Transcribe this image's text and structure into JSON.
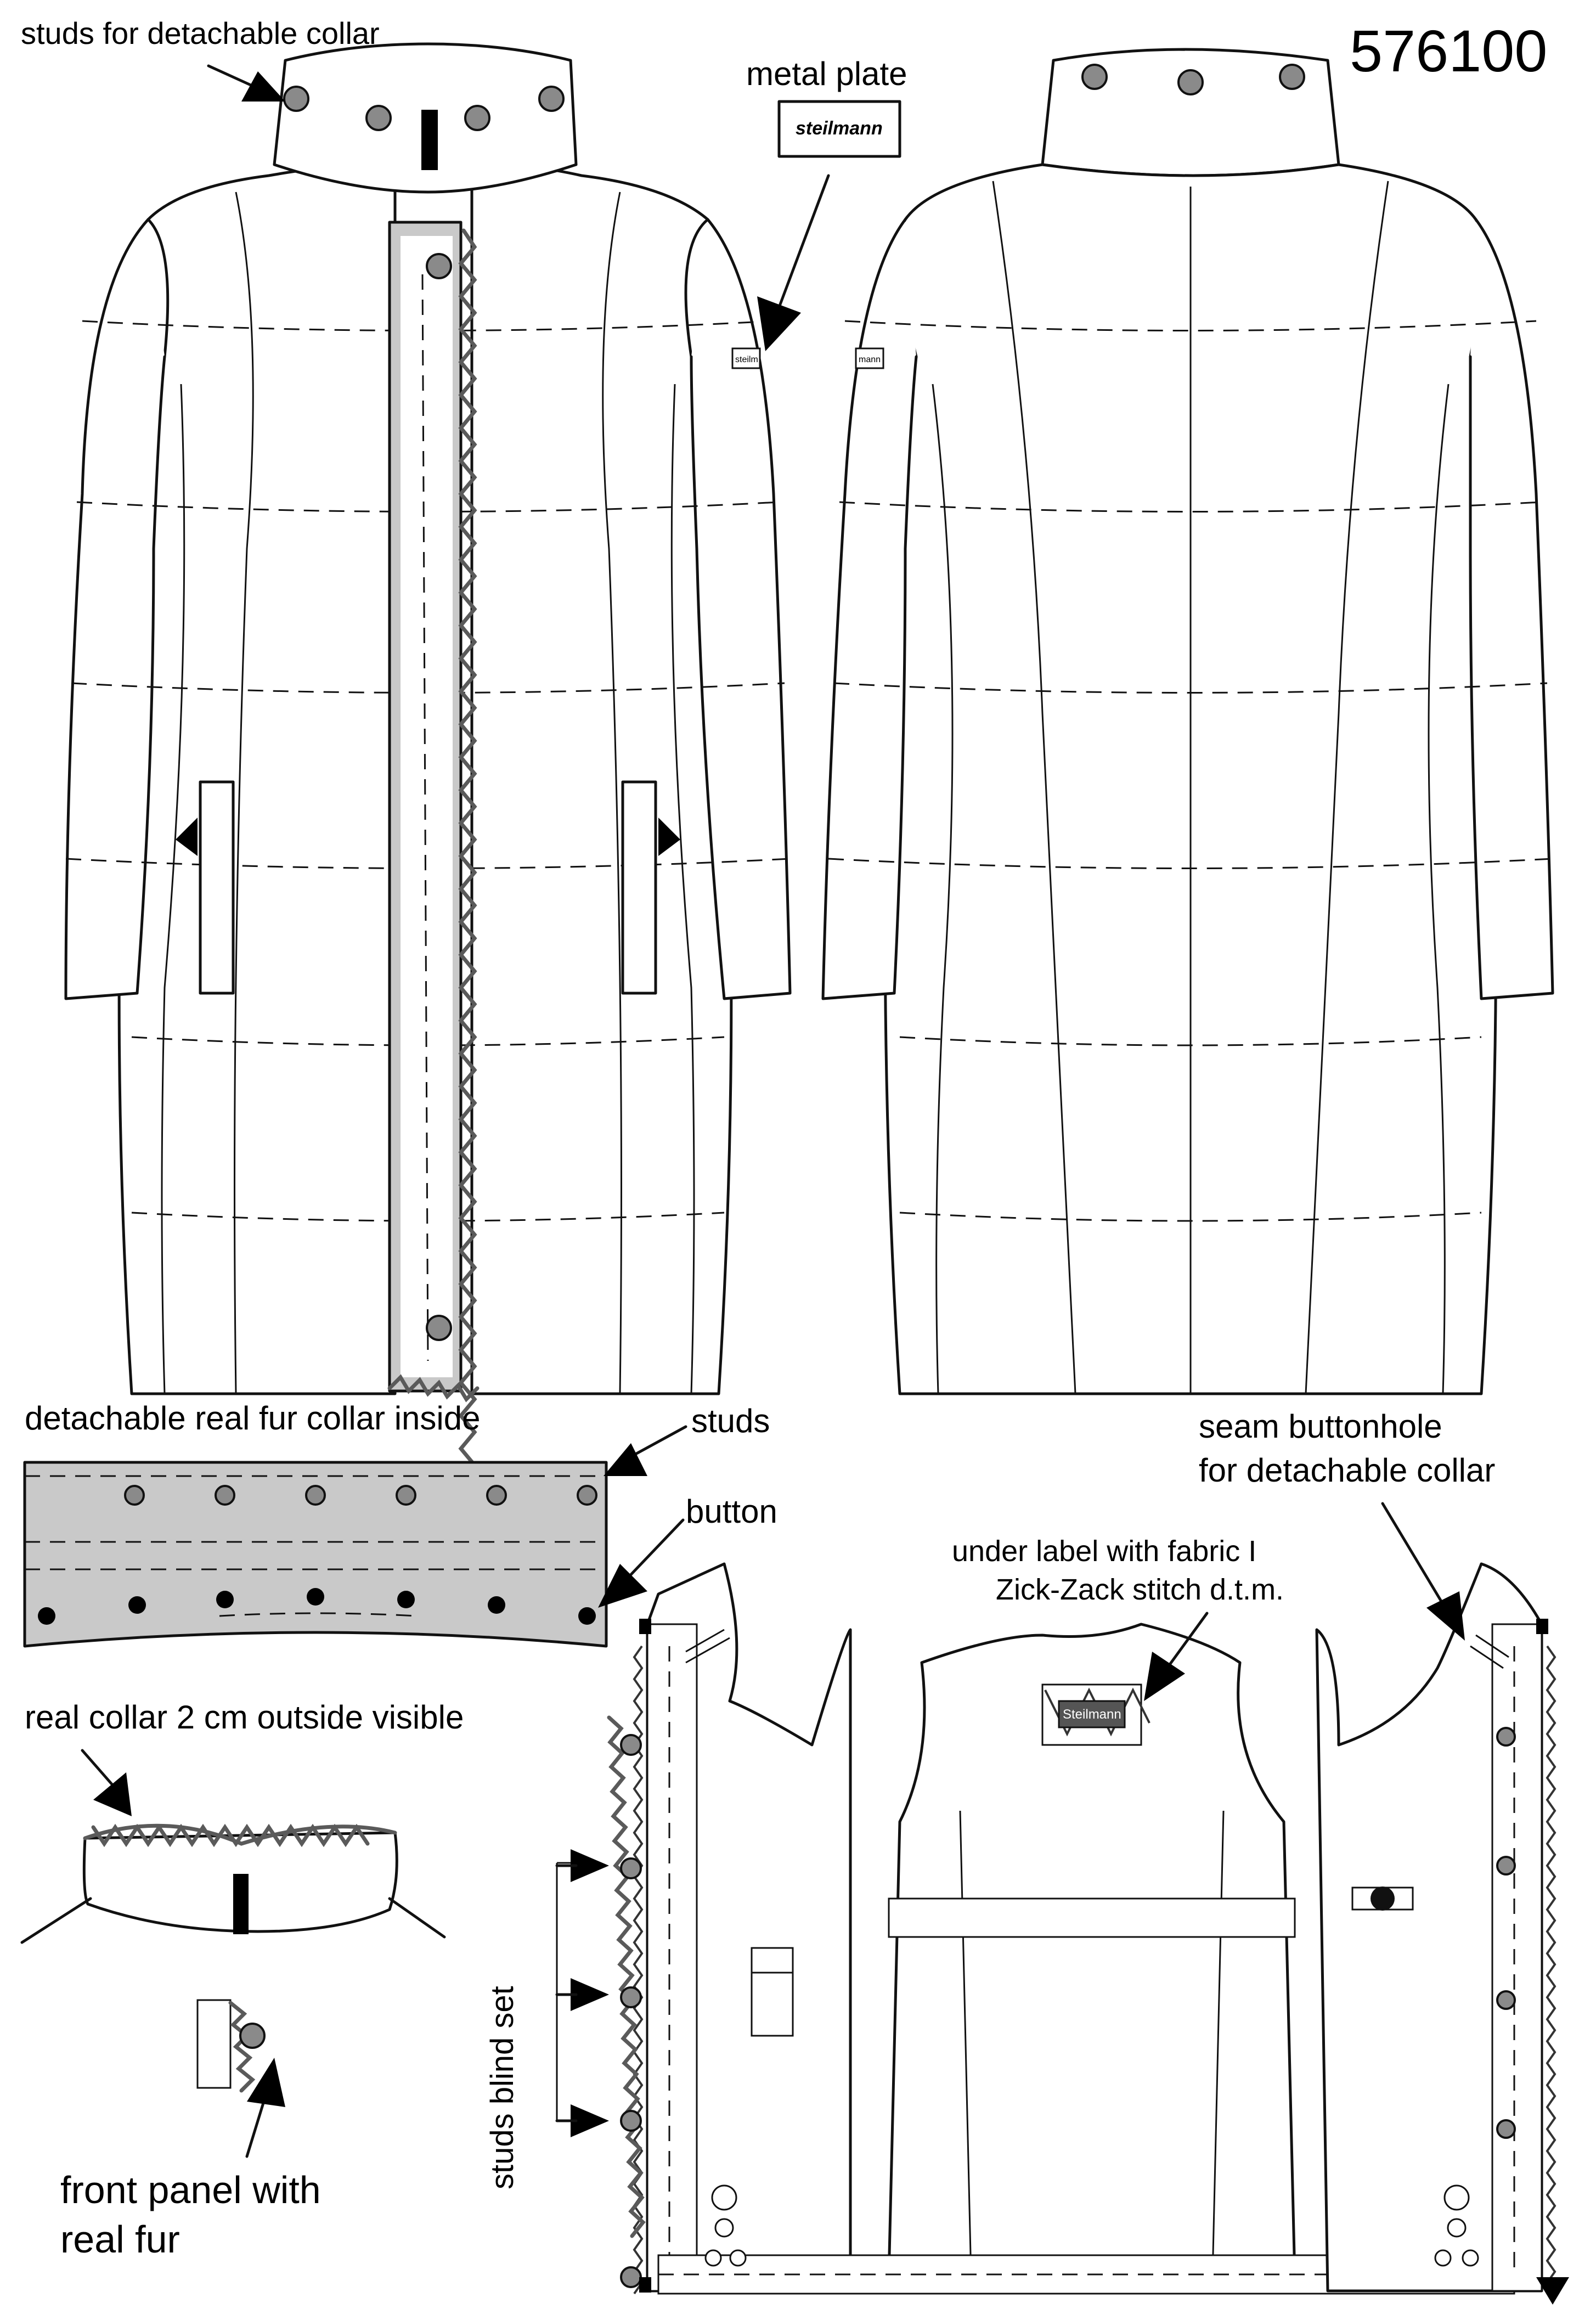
{
  "style_number": "576100",
  "callouts": {
    "studs_collar": "studs for detachable collar",
    "metal_plate": "metal plate",
    "fur_collar_inside": "detachable real fur collar inside",
    "studs": "studs",
    "button": "button",
    "seam_buttonhole_1": "seam buttonhole",
    "seam_buttonhole_2": "for detachable collar",
    "under_label_1": "under label with fabric I",
    "under_label_2": "Zick-Zack stitch d.t.m.",
    "real_collar": "real collar 2 cm outside visible",
    "front_panel_1": "front panel with",
    "front_panel_2": "real fur",
    "studs_blind_set": "studs blind set"
  },
  "labels": {
    "plate_brand": "steilmann",
    "sleeve_badge": "steilm",
    "back_sleeve_badge": "mann",
    "inner_label": "Steilmann"
  },
  "colors": {
    "line": "#111111",
    "fur": "#5a5a5a",
    "collar_fill": "#c9c9c9",
    "stud": "#8a8a8a"
  }
}
